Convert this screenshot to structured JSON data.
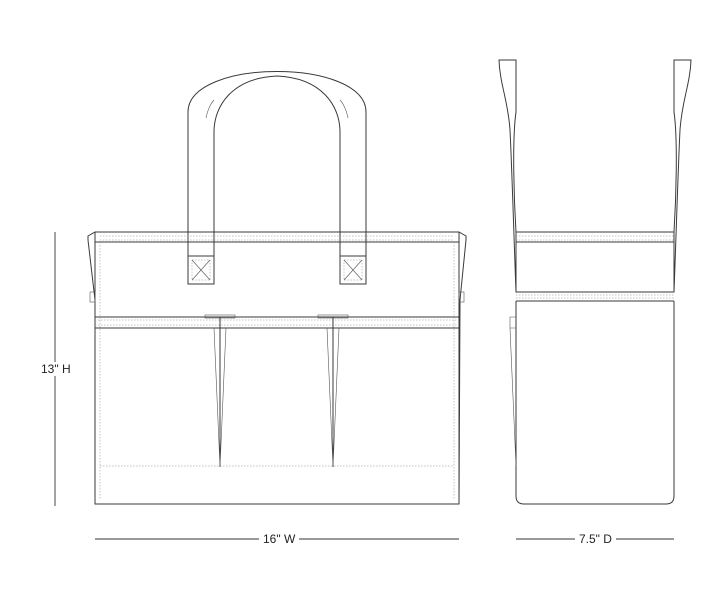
{
  "dimensions": {
    "height": "13\" H",
    "width": "16\" W",
    "depth": "7.5\" D"
  },
  "colors": {
    "line": "#3a3a3a",
    "background": "#ffffff"
  }
}
